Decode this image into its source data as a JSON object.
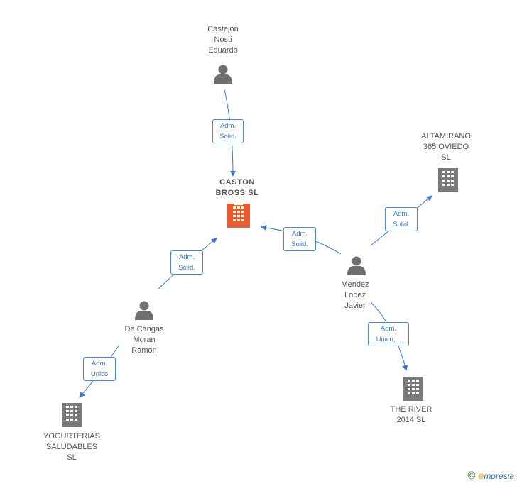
{
  "colors": {
    "edge": "#3a78c9",
    "person": "#6f6f6f",
    "company": "#7a7a7a",
    "main_company": "#f05a28"
  },
  "nodes": {
    "castejon": {
      "label": "Castejon\nNosti\nEduardo",
      "type": "person-icon"
    },
    "caston": {
      "label": "CASTON\nBROSS  SL",
      "type": "building-icon",
      "highlight": true
    },
    "altamirano": {
      "label": "ALTAMIRANO\n365 OVIEDO\nSL",
      "type": "building-icon"
    },
    "mendez": {
      "label": "Mendez\nLopez\nJavier",
      "type": "person-icon"
    },
    "decangas": {
      "label": "De Cangas\nMoran\nRamon",
      "type": "person-icon"
    },
    "theriver": {
      "label": "THE RIVER\n2014  SL",
      "type": "building-icon"
    },
    "yogurterias": {
      "label": "YOGURTERIAS\nSALUDABLES\nSL",
      "type": "building-icon"
    }
  },
  "edges": {
    "castejon_caston": "Adm.\nSolid.",
    "mendez_caston": "Adm.\nSolid.",
    "mendez_altamirano": "Adm.\nSolid.",
    "decangas_caston": "Adm.\nSolid.",
    "mendez_theriver": "Adm.\nUnico,...",
    "decangas_yogurterias": "Adm.\nUnico"
  },
  "footer": {
    "copyright_symbol": "©",
    "brand_initial": "e",
    "brand_rest": "mpresia"
  }
}
